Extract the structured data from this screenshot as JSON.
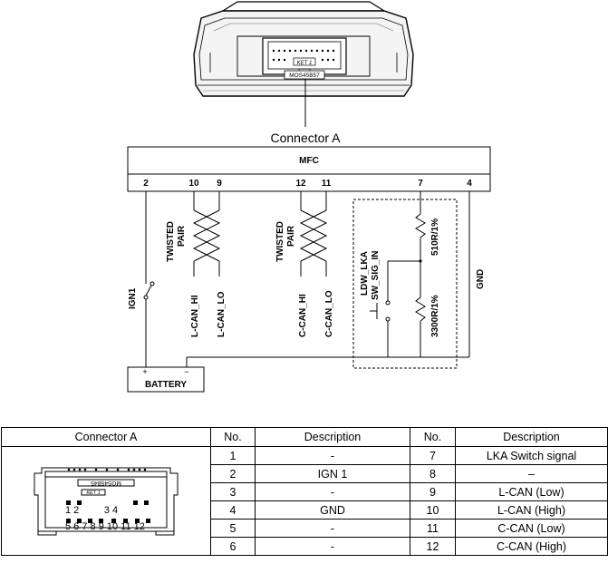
{
  "device": {
    "module_part": "MOS45B57",
    "tag": "KET 1"
  },
  "connector_label": "Connector A",
  "mfc": {
    "title": "MFC",
    "pins": {
      "p2": "2",
      "p10": "10",
      "p9": "9",
      "p12": "12",
      "p11": "11",
      "p7": "7",
      "p4": "4"
    }
  },
  "wires": {
    "twisted_pair_1": [
      "TWISTED",
      "PAIR"
    ],
    "twisted_pair_2": [
      "TWISTED",
      "PAIR"
    ],
    "l_can_hi": "L-CAN_HI",
    "l_can_lo": "L-CAN_LO",
    "c_can_hi": "C-CAN_HI",
    "c_can_lo": "C-CAN_LO",
    "ign1": "IGN1",
    "gnd": "GND",
    "ldw_lka": "LDW_LKA",
    "sw_sig_in": "SW_SIG_IN",
    "r1": "510R/1%",
    "r2": "3300R/1%"
  },
  "battery": {
    "label": "BATTERY",
    "plus": "+",
    "minus": "−"
  },
  "table": {
    "headers": [
      "Connector A",
      "No.",
      "Description",
      "No.",
      "Description"
    ],
    "rows": [
      [
        "1",
        "-",
        "7",
        "LKA Switch signal"
      ],
      [
        "2",
        "IGN 1",
        "8",
        "–"
      ],
      [
        "3",
        "-",
        "9",
        "L-CAN (Low)"
      ],
      [
        "4",
        "GND",
        "10",
        "L-CAN (High)"
      ],
      [
        "5",
        "-",
        "11",
        "C-CAN (Low)"
      ],
      [
        "6",
        "-",
        "12",
        "C-CAN (High)"
      ]
    ],
    "connector_drawing": {
      "part": "MOS45B45",
      "tag": "KET 1",
      "row1": "1 2         3 4",
      "row2": "5 6 7 8 9 10 11 12"
    }
  }
}
